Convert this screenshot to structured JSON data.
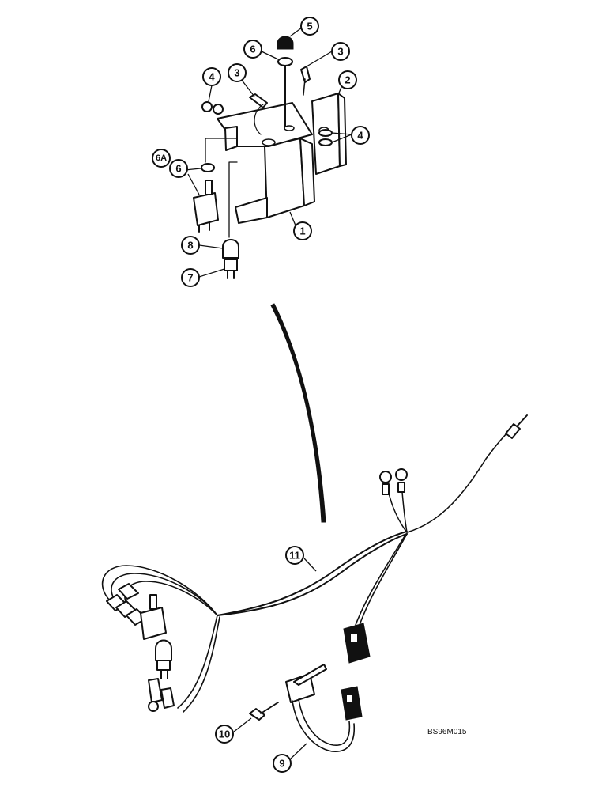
{
  "drawing_code": "BS96M015",
  "callouts": {
    "c5": "5",
    "c6_top": "6",
    "c3_right": "3",
    "c2": "2",
    "c4_left": "4",
    "c3_left": "3",
    "c4_right": "4",
    "c6a": "6A",
    "c6_left": "6",
    "c1": "1",
    "c8": "8",
    "c7": "7",
    "c11": "11",
    "c10": "10",
    "c9": "9"
  }
}
